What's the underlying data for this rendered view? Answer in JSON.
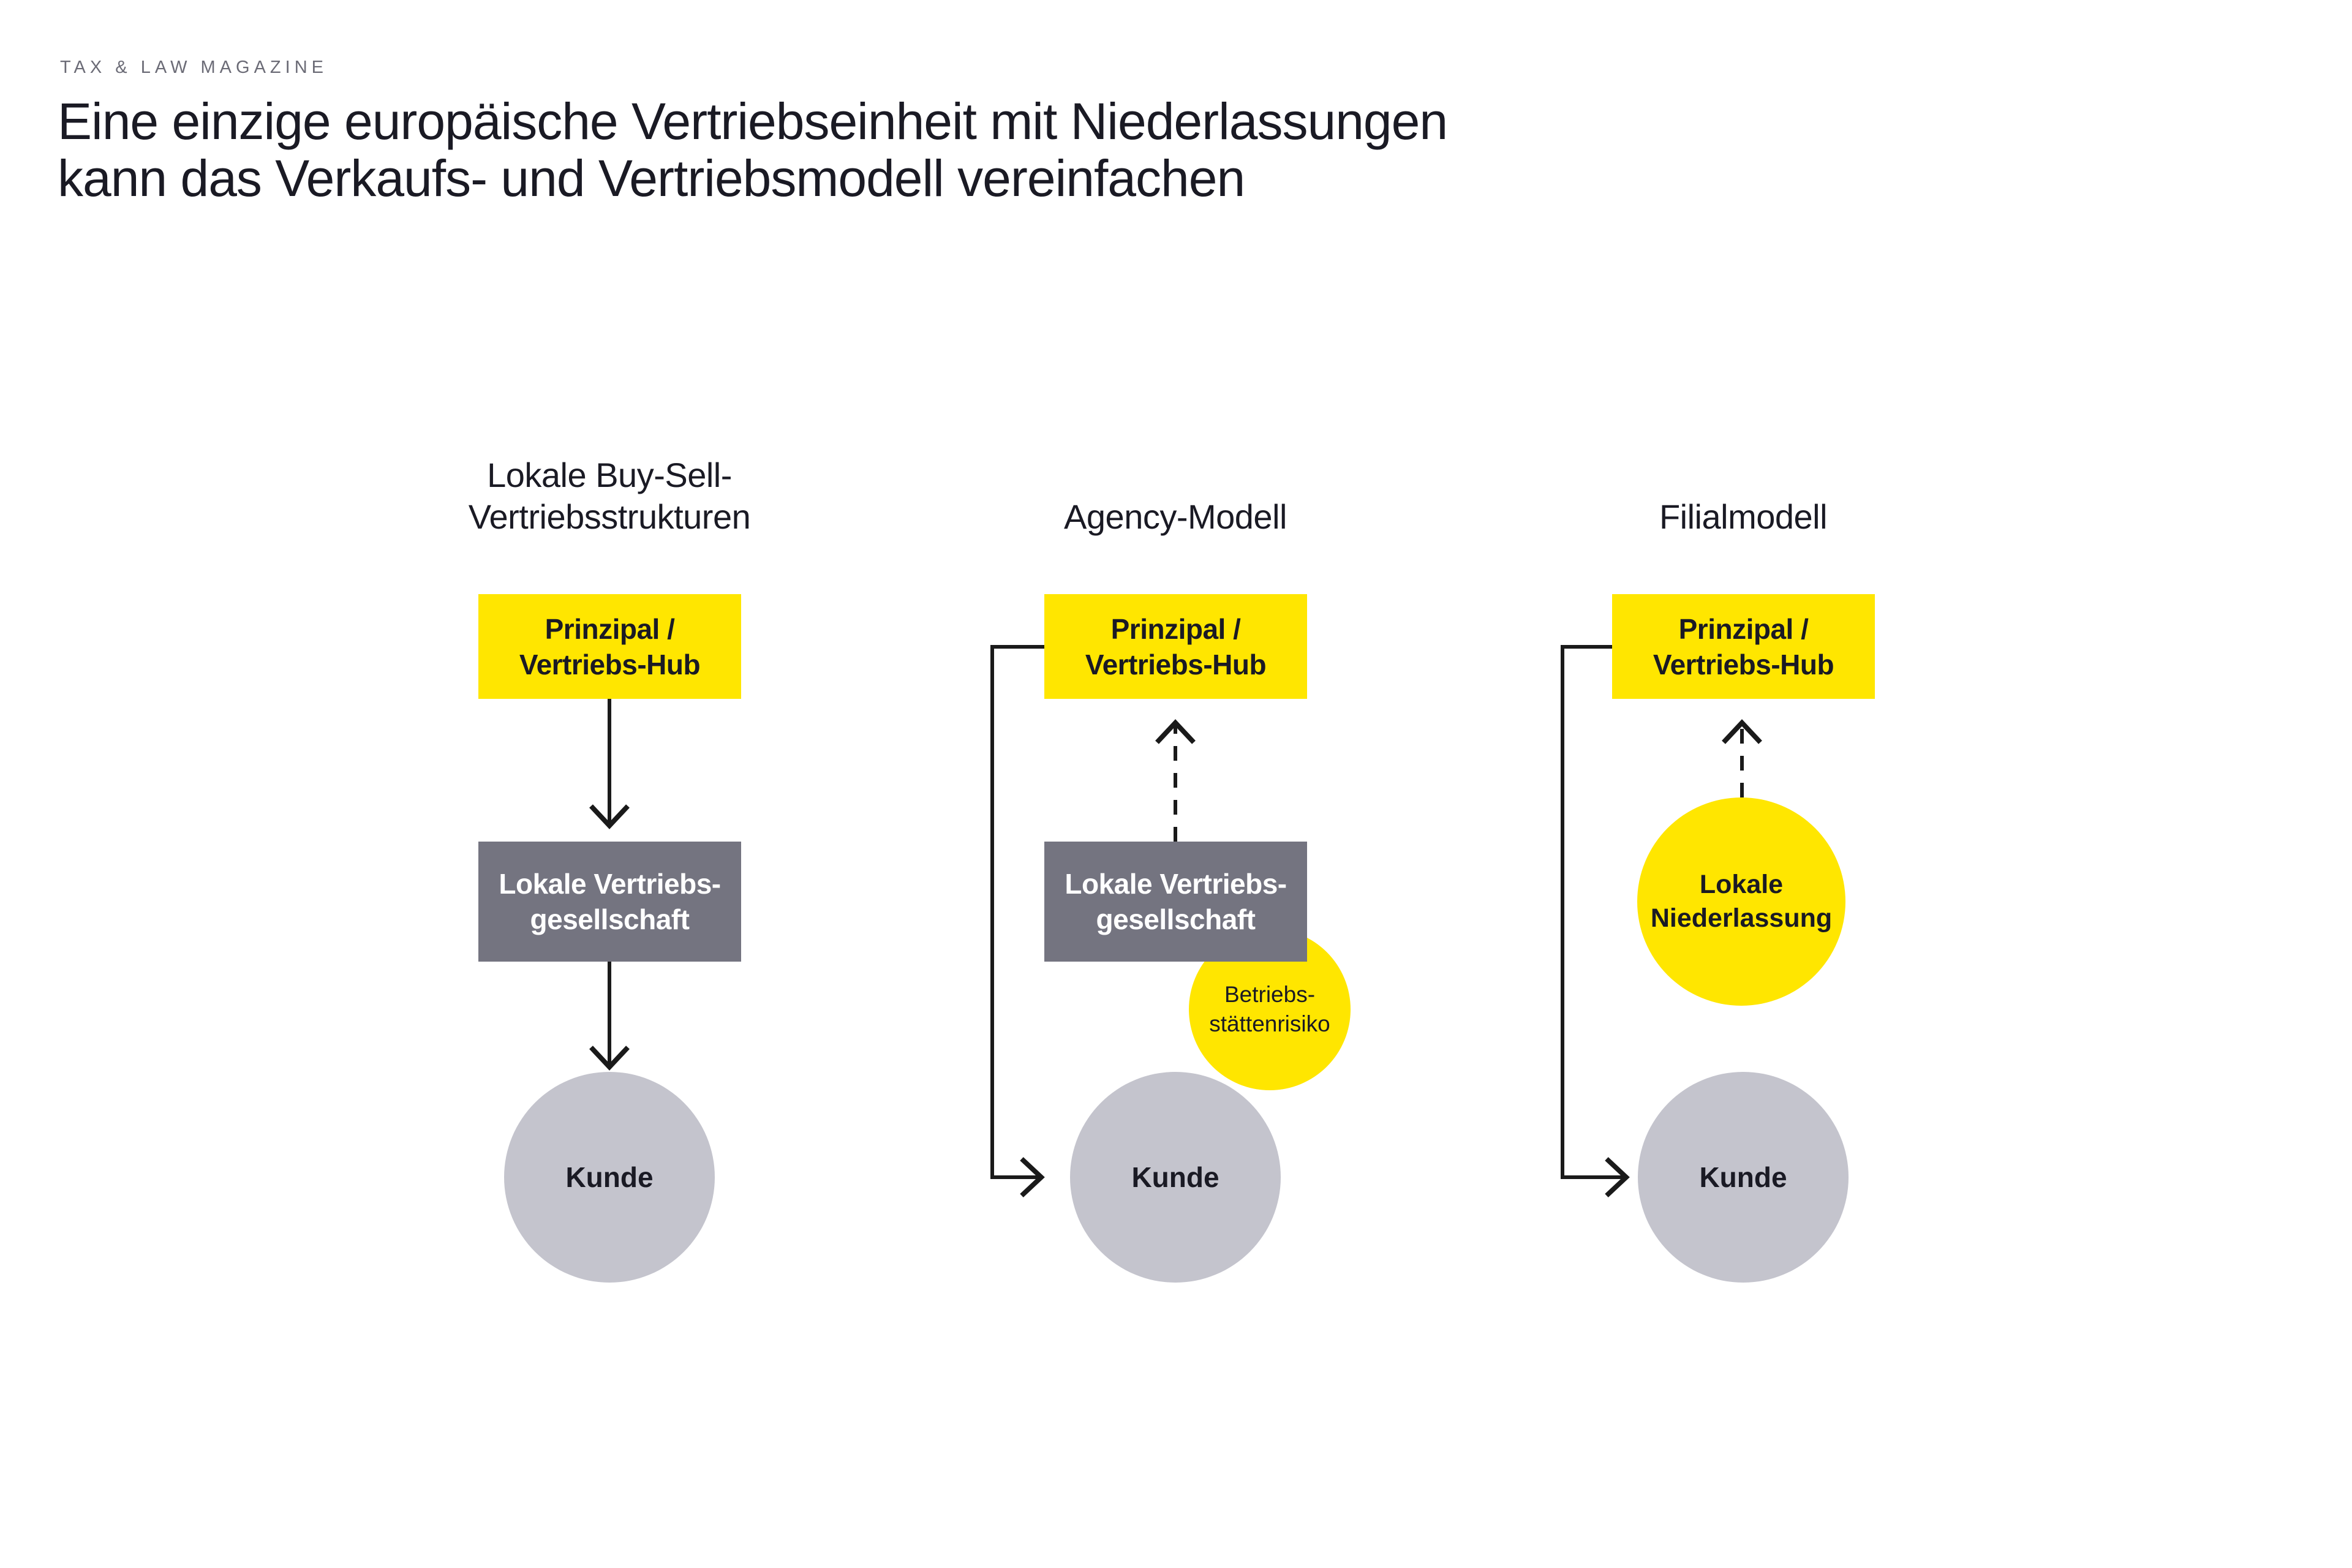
{
  "kicker": "TAX & LAW MAGAZINE",
  "title": {
    "line1": "Eine einzige europäische Vertriebseinheit mit Niederlassungen",
    "line2": "kann das Verkaufs- und Vertriebsmodell vereinfachen"
  },
  "diagram": {
    "col1": {
      "heading1": "Lokale Buy-Sell-",
      "heading2": "Vertriebsstrukturen",
      "hub1": "Prinzipal /",
      "hub2": "Vertriebs-Hub",
      "sales1": "Lokale Vertriebs-",
      "sales2": "gesellschaft",
      "customer": "Kunde"
    },
    "col2": {
      "heading": "Agency-Modell",
      "hub1": "Prinzipal /",
      "hub2": "Vertriebs-Hub",
      "sales1": "Lokale Vertriebs-",
      "sales2": "gesellschaft",
      "risk1": "Betriebs-",
      "risk2": "stättenrisiko",
      "customer": "Kunde"
    },
    "col3": {
      "heading": "Filialmodell",
      "hub1": "Prinzipal /",
      "hub2": "Vertriebs-Hub",
      "branch1": "Lokale",
      "branch2": "Niederlassung",
      "customer": "Kunde"
    }
  },
  "colors": {
    "accent_yellow": "#FFE600",
    "dark_gray_box": "#747480",
    "light_gray_circle": "#C4C4CD",
    "text_dark": "#1A1A24",
    "kicker_gray": "#6B6B76"
  }
}
